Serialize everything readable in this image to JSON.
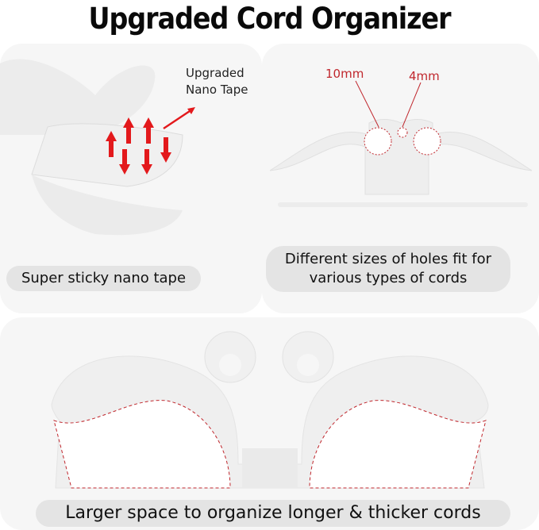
{
  "title": "Upgraded Cord Organizer",
  "panels": {
    "nano_tape": {
      "callout_line1": "Upgraded",
      "callout_line2": "Nano Tape",
      "caption": "Super sticky nano tape"
    },
    "holes": {
      "hole_large": "10mm",
      "hole_small": "4mm",
      "caption_line1": "Different sizes of holes fit for",
      "caption_line2": "various types of cords"
    },
    "space": {
      "caption": "Larger space to organize longer & thicker cords"
    }
  },
  "colors": {
    "accent_red": "#e3191c",
    "dim_red": "#c0272d",
    "panel_bg": "#f6f6f6",
    "pill_bg": "#e4e4e4"
  }
}
